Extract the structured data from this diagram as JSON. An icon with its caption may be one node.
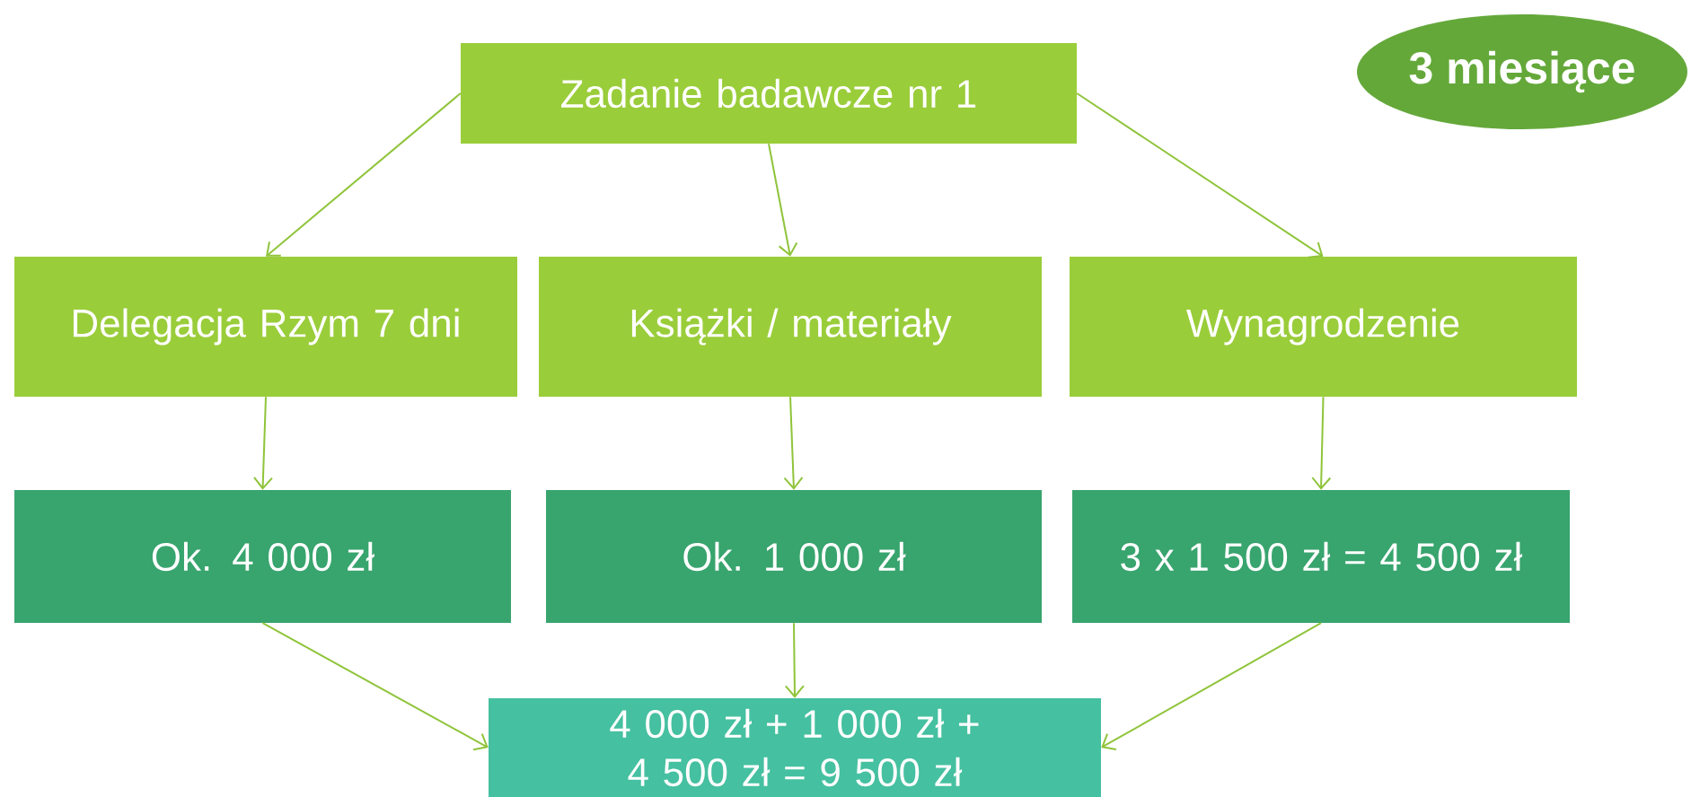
{
  "diagram": {
    "nodes": [
      {
        "text": [
          "Zadanie badawcze nr 1"
        ]
      },
      {
        "text": [
          "3 miesiące"
        ]
      },
      {
        "text": [
          "Delegacja Rzym 7 dni"
        ]
      },
      {
        "text": [
          "Książki / materiały"
        ]
      },
      {
        "text": [
          "Wynagrodzenie"
        ]
      },
      {
        "text": [
          "Ok. 4 000 zł"
        ]
      },
      {
        "text": [
          "Ok. 1 000 zł"
        ]
      },
      {
        "text": [
          "3 x 1 500 zł = 4 500 zł"
        ]
      },
      {
        "text": [
          "4 000 zł + 1 000 zł + 4 500 zł = 9 500 zł"
        ]
      }
    ],
    "edges": [
      {
        "from": 0,
        "to": 2,
        "arrow": "to"
      },
      {
        "from": 0,
        "to": 3,
        "arrow": "to"
      },
      {
        "from": 0,
        "to": 4,
        "arrow": "to"
      },
      {
        "from": 2,
        "to": 5,
        "arrow": "to"
      },
      {
        "from": 3,
        "to": 6,
        "arrow": "to"
      },
      {
        "from": 4,
        "to": 7,
        "arrow": "to"
      },
      {
        "from": 5,
        "to": 8,
        "arrow": "to"
      },
      {
        "from": 6,
        "to": 8,
        "arrow": "to"
      },
      {
        "from": 7,
        "to": 8,
        "arrow": "to"
      }
    ]
  }
}
